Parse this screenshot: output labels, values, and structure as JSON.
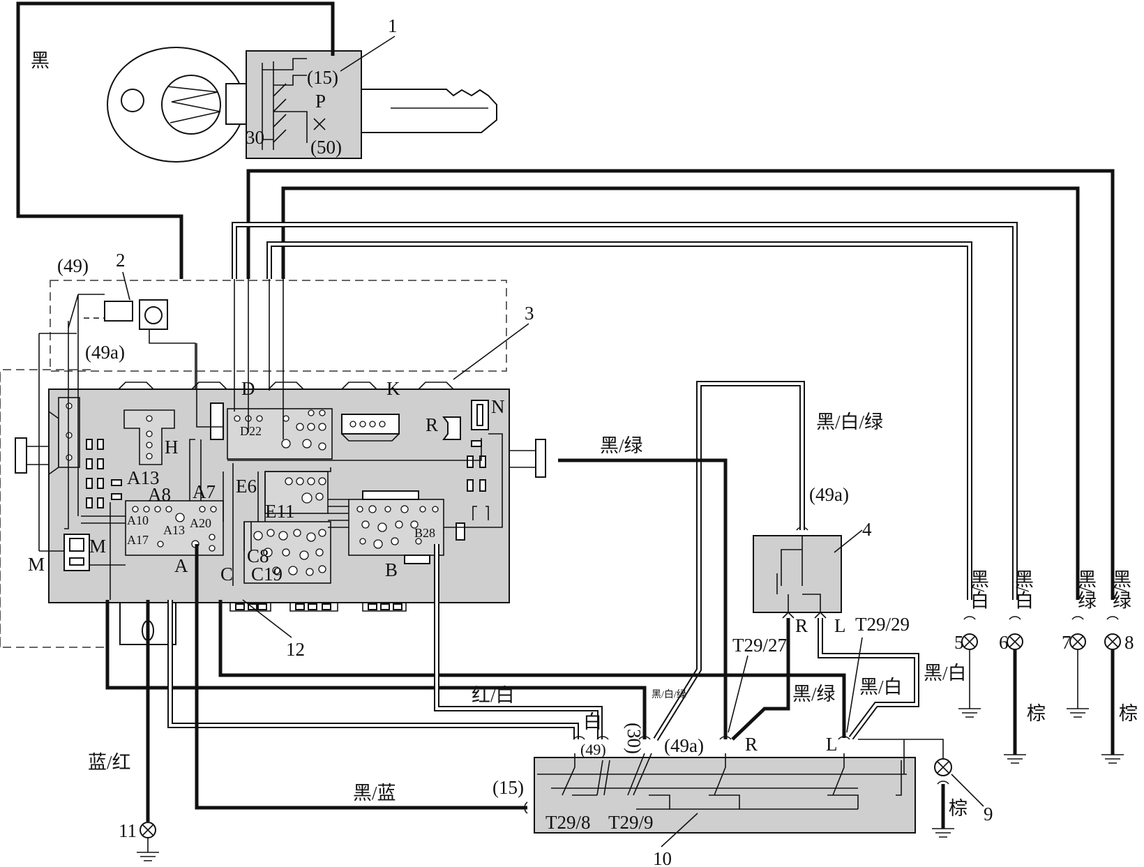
{
  "labels": {
    "n1": "1",
    "n2": "2",
    "n3": "3",
    "n4": "4",
    "n5": "5",
    "n6": "6",
    "n7": "7",
    "n8": "8",
    "n9": "9",
    "n10": "10",
    "n11": "11",
    "n12": "12",
    "black": "黑",
    "t15": "(15)",
    "tP": "P",
    "t30": "30",
    "t50": "(50)",
    "t49": "(49)",
    "t49a": "(49a)",
    "D": "D",
    "D22": "D22",
    "K": "K",
    "N": "N",
    "R": "R",
    "H": "H",
    "A13": "A13",
    "A8": "A8",
    "A7": "A7",
    "A10": "A10",
    "A13s": "A13",
    "A20": "A20",
    "A17": "A17",
    "M": "M",
    "A": "A",
    "E6": "E6",
    "E11": "E11",
    "C8": "C8",
    "C19": "C19",
    "C": "C",
    "B": "B",
    "B28": "B28",
    "blackGreen": "黑/绿",
    "blackWhiteGreen": "黑/白/绿",
    "r4_49a": "(49a)",
    "r4_R": "R",
    "r4_L": "L",
    "T29_27": "T29/27",
    "T29_29": "T29/29",
    "bw5": "黑/白",
    "bw6": "黑/白",
    "bg7": "黑/绿",
    "bg8": "黑/绿",
    "bwMid": "黑/白",
    "brown6": "棕",
    "brown8": "棕",
    "brown9": "棕",
    "redWhite": "红/白",
    "bwgSmall": "黑/白/绿",
    "bgMid": "黑/绿",
    "bwRight": "黑/白",
    "white": "白",
    "c49": "(49)",
    "c30": "(30)",
    "c49a": "(49a)",
    "cR": "R",
    "cL": "L",
    "c15": "(15)",
    "T29_8": "T29/8",
    "T29_9": "T29/9",
    "blueRed": "蓝/红",
    "blackBlue": "黑/蓝"
  }
}
